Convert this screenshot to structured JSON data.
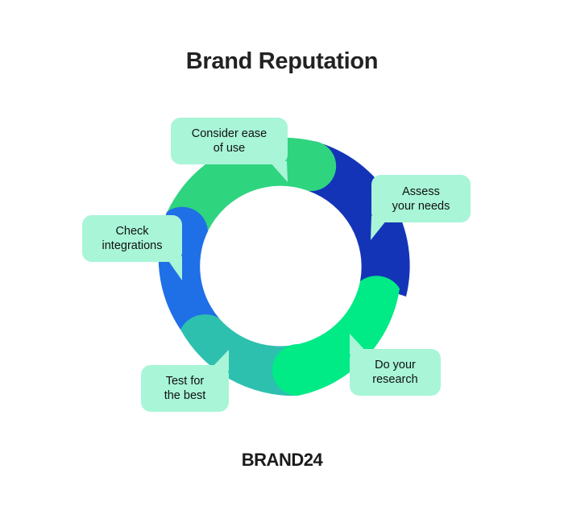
{
  "title": "Brand Reputation",
  "steps": [
    {
      "label": "Consider ease\nof use",
      "color": "#2fd47f"
    },
    {
      "label": "Assess\nyour needs",
      "color": "#1434b8"
    },
    {
      "label": "Do your\nresearch",
      "color": "#00ea86"
    },
    {
      "label": "Test for\nthe best",
      "color": "#2ec0af"
    },
    {
      "label": "Check\nintegrations",
      "color": "#1f6fe6"
    }
  ],
  "callout_color": "#a8f5d8",
  "logo": "BRAND24"
}
